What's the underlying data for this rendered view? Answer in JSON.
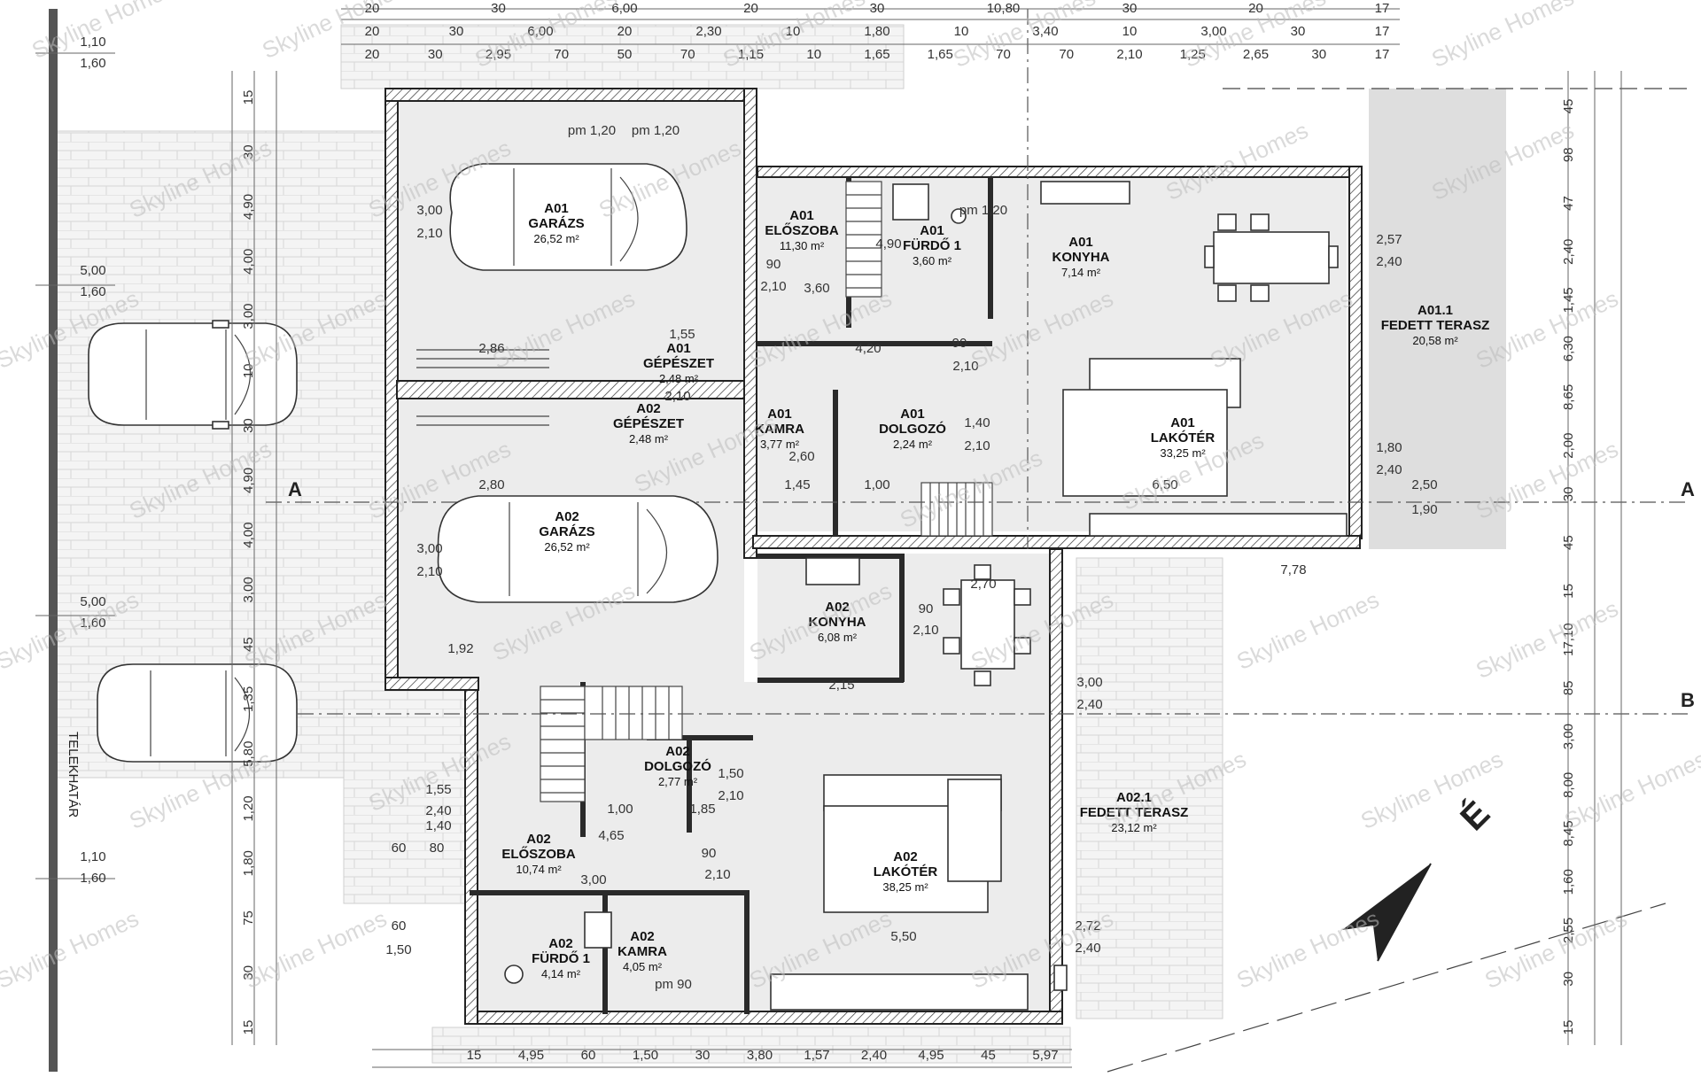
{
  "plan": {
    "watermark": "Skyline Homes",
    "lot_line_label": "TELEKHATÁR",
    "axes": [
      "A",
      "A",
      "B"
    ],
    "rooms": [
      {
        "id": "a01-garazs",
        "unit": "A01",
        "name": "GARÁZS",
        "area": "26,52 m²"
      },
      {
        "id": "a01-eloszoba",
        "unit": "A01",
        "name": "ELŐSZOBA",
        "area": "11,30 m²"
      },
      {
        "id": "a01-furdo",
        "unit": "A01",
        "name": "FÜRDŐ 1",
        "area": "3,60 m²"
      },
      {
        "id": "a01-konyha",
        "unit": "A01",
        "name": "KONYHA",
        "area": "7,14 m²"
      },
      {
        "id": "a01-terasz",
        "unit": "A01.1",
        "name": "FEDETT TERASZ",
        "area": "20,58 m²"
      },
      {
        "id": "a01-gepeszet",
        "unit": "A01",
        "name": "GÉPÉSZET",
        "area": "2,48 m²"
      },
      {
        "id": "a02-gepeszet",
        "unit": "A02",
        "name": "GÉPÉSZET",
        "area": "2,48 m²"
      },
      {
        "id": "a01-kamra",
        "unit": "A01",
        "name": "KAMRA",
        "area": "3,77 m²"
      },
      {
        "id": "a01-dolgozo",
        "unit": "A01",
        "name": "DOLGOZÓ",
        "area": "2,24 m²"
      },
      {
        "id": "a01-lakoter",
        "unit": "A01",
        "name": "LAKÓTÉR",
        "area": "33,25 m²"
      },
      {
        "id": "a02-garazs",
        "unit": "A02",
        "name": "GARÁZS",
        "area": "26,52 m²"
      },
      {
        "id": "a02-konyha",
        "unit": "A02",
        "name": "KONYHA",
        "area": "6,08 m²"
      },
      {
        "id": "a02-dolgozo",
        "unit": "A02",
        "name": "DOLGOZÓ",
        "area": "2,77 m²"
      },
      {
        "id": "a02-eloszoba",
        "unit": "A02",
        "name": "ELŐSZOBA",
        "area": "10,74 m²"
      },
      {
        "id": "a02-lakoter",
        "unit": "A02",
        "name": "LAKÓTÉR",
        "area": "38,25 m²"
      },
      {
        "id": "a02-terasz",
        "unit": "A02.1",
        "name": "FEDETT TERASZ",
        "area": "23,12 m²"
      },
      {
        "id": "a02-furdo",
        "unit": "A02",
        "name": "FÜRDŐ 1",
        "area": "4,14 m²"
      },
      {
        "id": "a02-kamra",
        "unit": "A02",
        "name": "KAMRA",
        "area": "4,05 m²"
      }
    ],
    "top_dims_row1": [
      "20",
      "30",
      "6,00",
      "20",
      "30",
      "10,80",
      "30",
      "20",
      "17"
    ],
    "top_dims_row2": [
      "20",
      "30",
      "6,00",
      "20",
      "2,30",
      "10",
      "1,80",
      "10",
      "3,40",
      "10",
      "3,00",
      "30",
      "17"
    ],
    "top_dims_row3": [
      "20",
      "30",
      "2,95",
      "70",
      "50",
      "70",
      "1,15",
      "10",
      "1,65",
      "1,65",
      "70",
      "70",
      "2,10",
      "1,25",
      "2,65",
      "30",
      "17"
    ],
    "bottom_dims": [
      "15",
      "4,95",
      "60",
      "1,50",
      "30",
      "3,80",
      "1,57",
      "2,40",
      "4,95",
      "45",
      "5,97"
    ],
    "left_dims": [
      "15",
      "30",
      "4,90",
      "4,00",
      "3,00",
      "10",
      "30",
      "4,90",
      "4,00",
      "3,00",
      "45",
      "1,35",
      "5,80",
      "1,20",
      "1,80",
      "75",
      "30",
      "15"
    ],
    "right_dims": [
      "45",
      "98",
      "47",
      "2,40",
      "1,45",
      "6,30",
      "8,65",
      "2,00",
      "30",
      "45",
      "15",
      "17,10",
      "85",
      "3,00",
      "8,00",
      "8,45",
      "1,60",
      "2,55",
      "30",
      "15"
    ],
    "left_lot_dims": [
      "1,10",
      "1,60",
      "5,00",
      "1,60",
      "5,00",
      "1,60",
      "1,10",
      "1,60"
    ],
    "inner_labels": [
      "pm 1,20",
      "pm 1,20",
      "pm 1,20",
      "pm 90",
      "3,00",
      "2,10",
      "3,00",
      "2,10",
      "2,57",
      "2,40",
      "1,80",
      "2,40",
      "2,50",
      "1,90",
      "3,00",
      "2,40",
      "2,72",
      "2,40",
      "1,55",
      "2,40",
      "1,40",
      "60",
      "1,50",
      "60",
      "80",
      "1,55",
      "2,10",
      "90",
      "2,10",
      "4,20",
      "90",
      "2,10",
      "1,40",
      "2,10",
      "6,50",
      "1,00",
      "2,80",
      "2,86",
      "1,92",
      "2,15",
      "4,65",
      "1,00",
      "1,85",
      "1,50",
      "2,10",
      "90",
      "2,10",
      "3,00",
      "5,50",
      "7,78",
      "2,70",
      "90",
      "2,10",
      "1,45",
      "2,60",
      "3,60",
      "4,90"
    ]
  }
}
